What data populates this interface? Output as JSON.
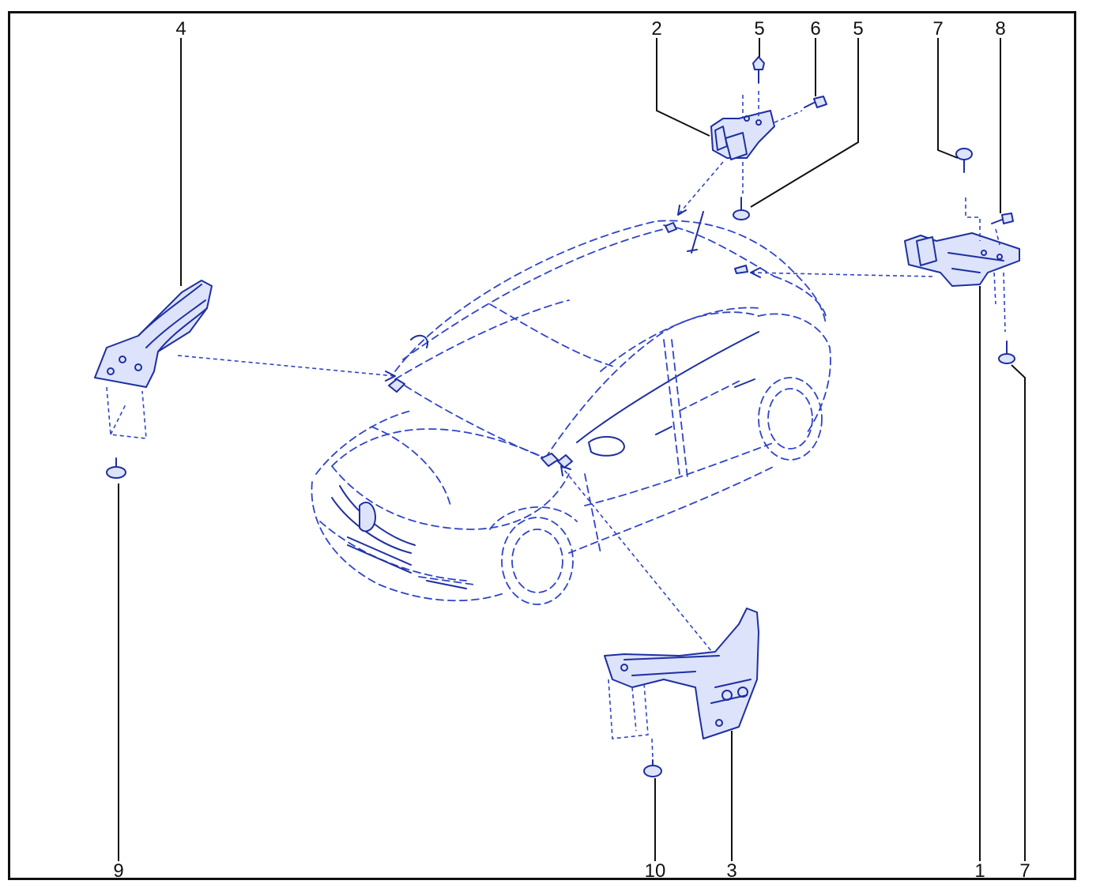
{
  "callouts": {
    "c1": "1",
    "c2": "2",
    "c3": "3",
    "c4": "4",
    "c5a": "5",
    "c5b": "5",
    "c6": "6",
    "c7a": "7",
    "c7b": "7",
    "c8": "8",
    "c9": "9",
    "c10": "10"
  },
  "colors": {
    "line_art": "#1e2fa0",
    "dashed": "#2f44c8",
    "callout_text": "#111111",
    "frame": "#111111"
  }
}
